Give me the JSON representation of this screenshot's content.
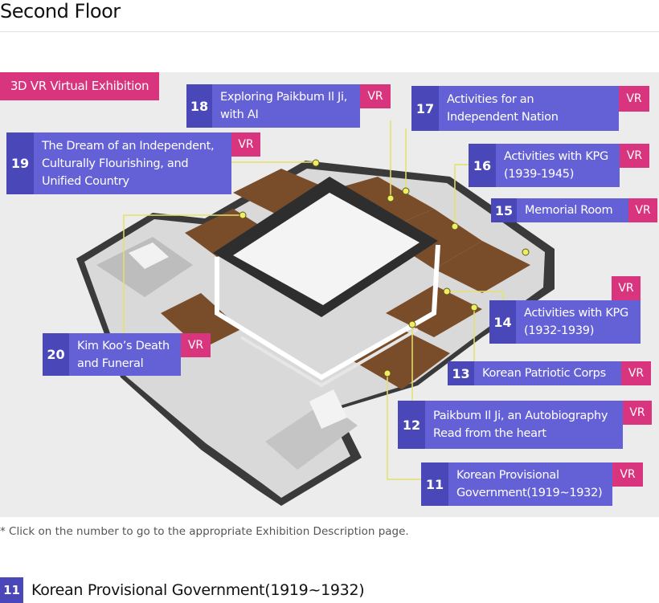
{
  "page": {
    "title": "Second Floor",
    "badge_3d": "3D VR Virtual Exhibition",
    "vr_label": "VR",
    "note": "* Click on the number to go to the appropriate Exhibition Description page."
  },
  "hotspots": [
    {
      "num": "18",
      "label": "Exploring Paikbum Il Ji,\nwith AI"
    },
    {
      "num": "17",
      "label": "Activities for an\nIndependent Nation"
    },
    {
      "num": "19",
      "label": "The Dream of an Independent,\nCulturally Flourishing, and\nUnified Country"
    },
    {
      "num": "16",
      "label": "Activities with KPG\n(1939-1945)"
    },
    {
      "num": "15",
      "label": "Memorial Room"
    },
    {
      "num": "14",
      "label": "Activities with KPG\n(1932-1939)"
    },
    {
      "num": "13",
      "label": "Korean Patriotic Corps"
    },
    {
      "num": "20",
      "label": "Kim Koo’s Death\nand Funeral"
    },
    {
      "num": "12",
      "label": "Paikbum Il Ji, an Autobiography\nRead from the heart"
    },
    {
      "num": "11",
      "label": "Korean Provisional\nGovernment(1919~1932)"
    }
  ],
  "section": {
    "num": "11",
    "title": "Korean Provisional Government(1919~1932)"
  },
  "colors": {
    "accent_purple": "#6461d6",
    "number_purple": "#4a47b8",
    "vr_pink": "#d8357e"
  }
}
